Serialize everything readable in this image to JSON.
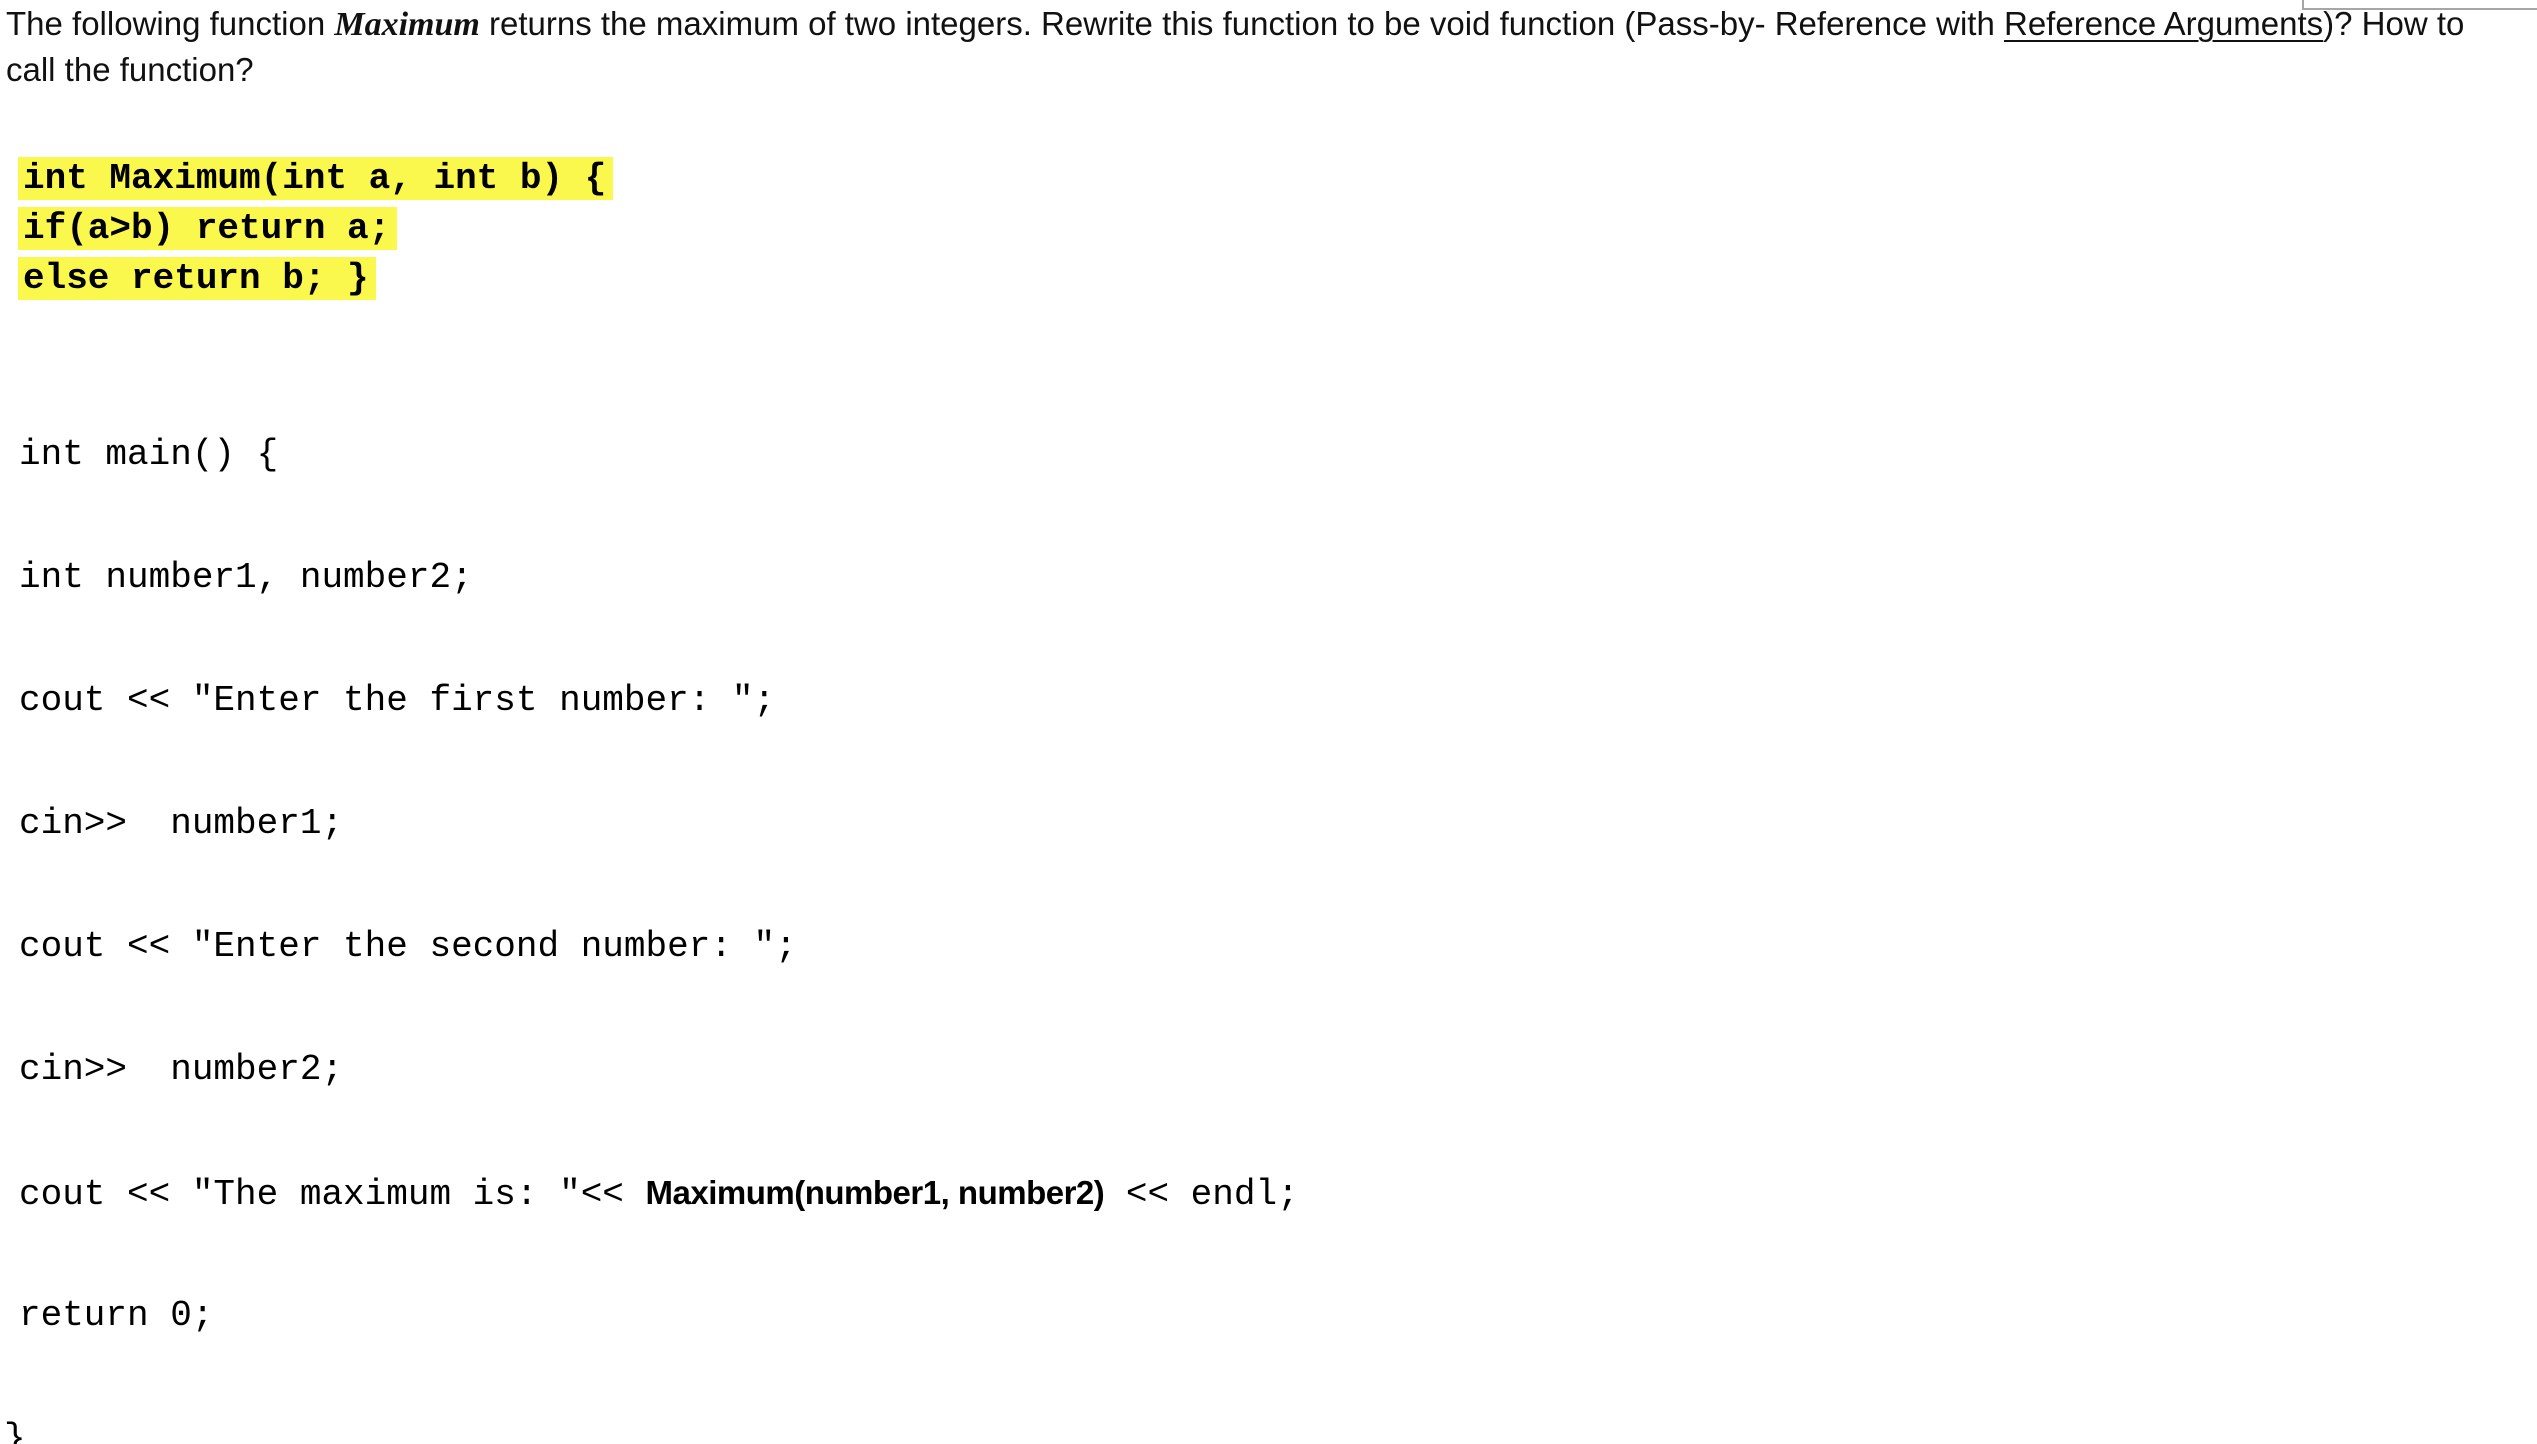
{
  "colors": {
    "highlight_yellow": "#fbf84d",
    "text": "#000000",
    "corner_box_border": "#a6a6a6"
  },
  "question": {
    "part1": "The following function ",
    "function_name": "Maximum",
    "part2": " returns the maximum of two integers. Rewrite this function to be void function (Pass-by- Reference with ",
    "underlined": "Reference Arguments",
    "part3": ")? How to",
    "line2": "call the function?"
  },
  "highlighted_code": {
    "lines": [
      "int Maximum(int a, int b) {",
      "if(a>b) return a;",
      "else return b; }"
    ]
  },
  "main_code": {
    "lines": [
      "int main() {",
      "int number1, number2;",
      "cout << \"Enter the first number: \";",
      "cin>>  number1;",
      "cout << \"Enter the second number: \";",
      "cin>>  number2;"
    ],
    "max_line": {
      "prefix": "cout << \"The maximum is: \"<< ",
      "call": "Maximum(number1, number2)",
      "suffix": " << endl;"
    },
    "return_line": "return 0;",
    "closing_brace": "}"
  }
}
